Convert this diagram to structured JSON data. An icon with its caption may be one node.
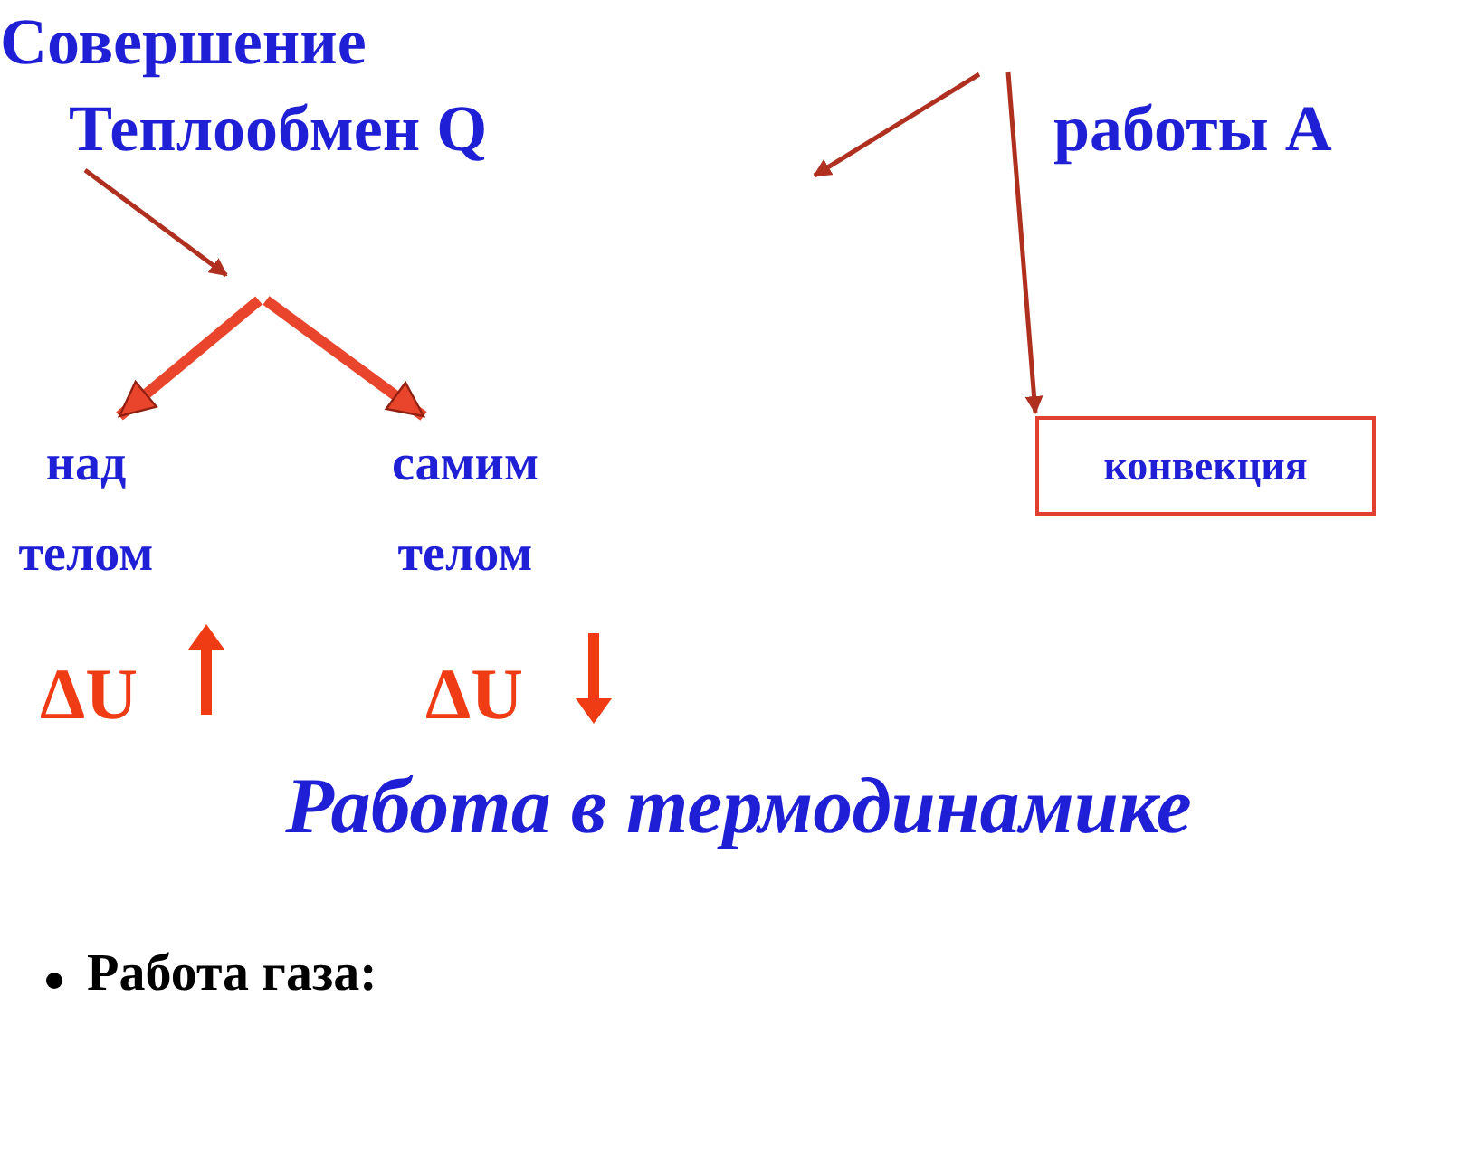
{
  "diagram": {
    "title": "Работа в термодинамике",
    "nodes": [
      {
        "text": [
          "Теплообмен Q"
        ]
      },
      {
        "text": [
          "над телом"
        ]
      },
      {
        "text": [
          "самим телом"
        ]
      },
      {
        "text": [
          "конвекция"
        ]
      }
    ],
    "edges": [
      {
        "from": 0,
        "to": null,
        "arrow": "to"
      },
      {
        "from": null,
        "to": 1,
        "arrow": "to",
        "style": "thick"
      },
      {
        "from": null,
        "to": 2,
        "arrow": "to",
        "style": "thick"
      },
      {
        "from": null,
        "to": 3,
        "arrow": "to"
      }
    ],
    "labels": [
      "Совершение",
      "работы А",
      "ΔU",
      "ΔU",
      "Работа газа:"
    ]
  }
}
